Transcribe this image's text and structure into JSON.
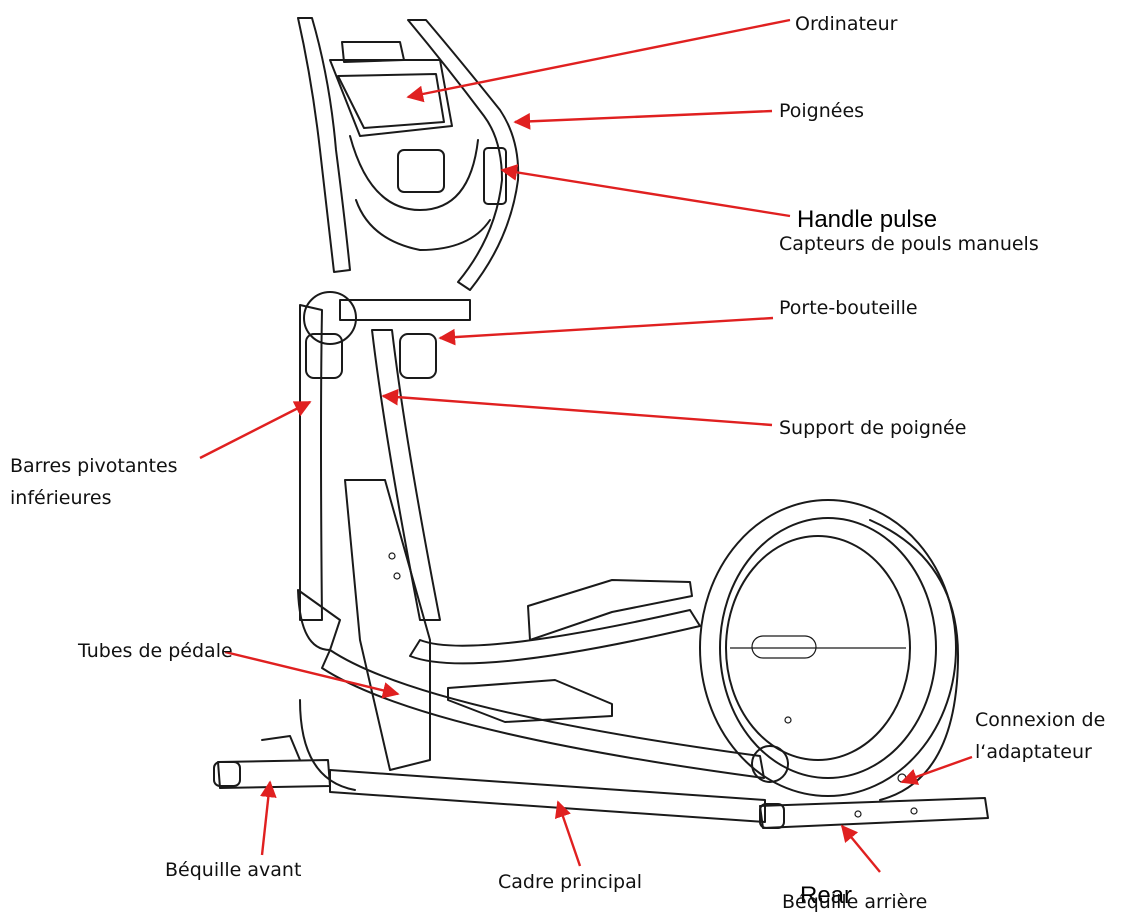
{
  "labels": {
    "computer": "Ordinateur",
    "handles": "Poignées",
    "handle_pulse_en": "Handle pulse",
    "handle_pulse_fr": "Capteurs de pouls manuels",
    "bottle_holder": "Porte-bouteille",
    "handle_support": "Support de poignée",
    "lower_pivot_bars": "Barres pivotantes\ninférieures",
    "pedal_tubes": "Tubes de pédale",
    "adapter_connection": "Connexion de\nl‘adaptateur",
    "front_stabilizer": "Béquille avant",
    "main_frame": "Cadre principal",
    "rear_en": "Rear",
    "rear_stabilizer": "Béquille arrière"
  },
  "colors": {
    "arrow": "#e02020",
    "line_art": "#1a1a1a",
    "background": "#ffffff"
  }
}
